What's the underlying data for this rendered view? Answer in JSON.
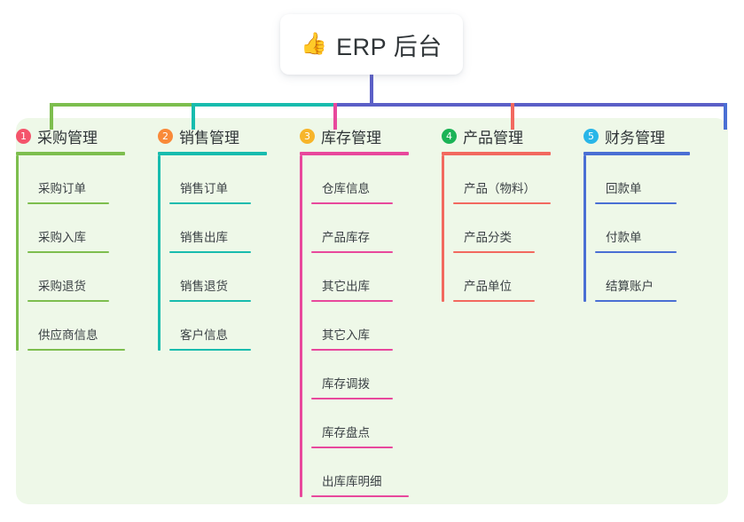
{
  "root": {
    "emoji": "👍",
    "emoji_name": "thumbs-up-icon",
    "title": "ERP 后台"
  },
  "theme": {
    "panel_bg": "#eef8e8",
    "card_bg": "#ffffff",
    "title_text": "#2f3437",
    "leaf_text": "#3b4145",
    "stem": "#5b5fc7"
  },
  "branches": [
    {
      "index": "1",
      "title": "采购管理",
      "badge_color": "#f4546b",
      "line_color": "#7dbe4e",
      "items": [
        "采购订单",
        "采购入库",
        "采购退货",
        "供应商信息"
      ]
    },
    {
      "index": "2",
      "title": "销售管理",
      "badge_color": "#f98a39",
      "line_color": "#18bcae",
      "items": [
        "销售订单",
        "销售出库",
        "销售退货",
        "客户信息"
      ]
    },
    {
      "index": "3",
      "title": "库存管理",
      "badge_color": "#f7b52a",
      "line_color": "#e8489c",
      "items": [
        "仓库信息",
        "产品库存",
        "其它出库",
        "其它入库",
        "库存调拨",
        "库存盘点",
        "出库库明细"
      ]
    },
    {
      "index": "4",
      "title": "产品管理",
      "badge_color": "#1bb356",
      "line_color": "#f2695f",
      "items": [
        "产品（物料）",
        "产品分类",
        "产品单位"
      ]
    },
    {
      "index": "5",
      "title": "财务管理",
      "badge_color": "#29b6e8",
      "line_color": "#4a6fd4",
      "items": [
        "回款单",
        "付款单",
        "结算账户"
      ]
    }
  ]
}
